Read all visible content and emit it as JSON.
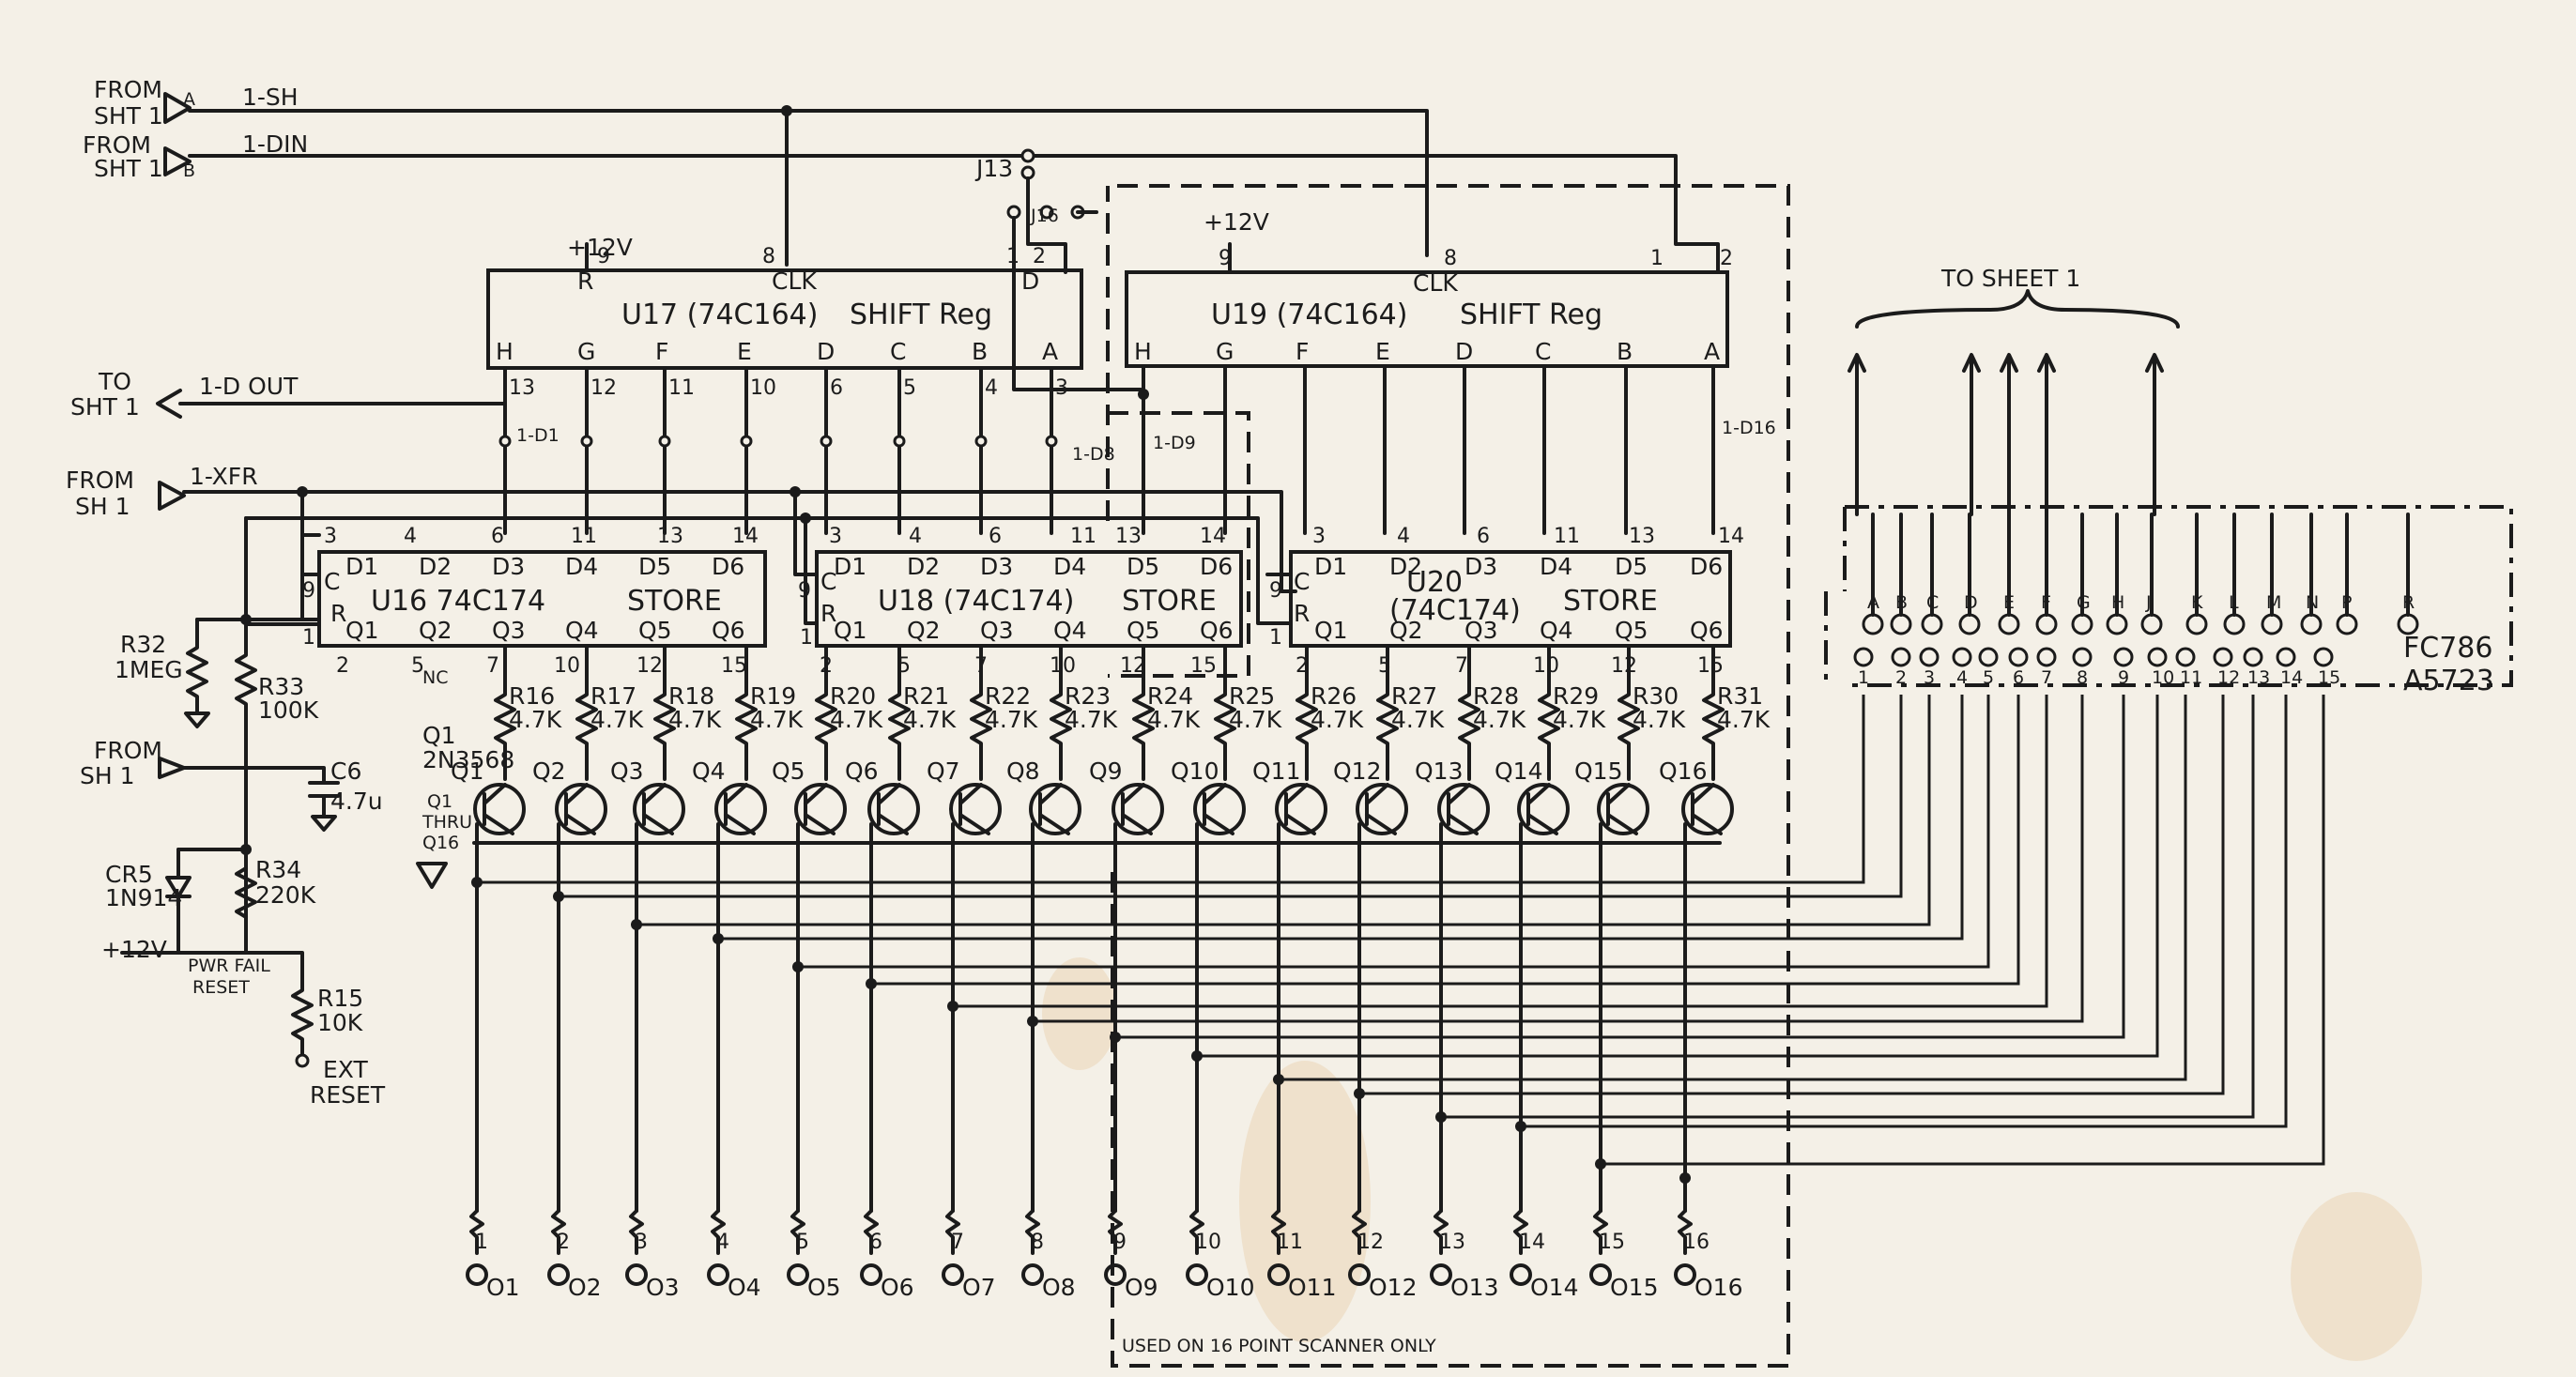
{
  "connectors": {
    "in_sh": {
      "from": "FROM",
      "sheet": "SHT 1",
      "pin": "A",
      "signal": "1-SH"
    },
    "in_din": {
      "from": "FROM",
      "sheet": "SHT 1",
      "pin": "B",
      "signal": "1-DIN"
    },
    "out_dout": {
      "to": "TO",
      "sheet": "SHT 1",
      "signal": "1-D OUT"
    },
    "in_xfr": {
      "from": "FROM",
      "sheet": "SH 1",
      "signal": "1-XFR"
    },
    "in_c6": {
      "from": "FROM",
      "sheet": "SH 1"
    },
    "to_sheet1": "TO SHEET 1"
  },
  "jumpers": {
    "j13": "J13",
    "j16": "J16"
  },
  "chips": {
    "u17": {
      "name": "U17 (74C164)",
      "func": "SHIFT Reg",
      "clk": "CLK",
      "r": "R",
      "d": "D",
      "pins_top": [
        "9",
        "8",
        "1",
        "2"
      ],
      "outs": [
        "H",
        "G",
        "F",
        "E",
        "D",
        "C",
        "B",
        "A"
      ],
      "out_pins": [
        "13",
        "12",
        "11",
        "10",
        "6",
        "5",
        "4",
        "3"
      ],
      "supply": "+12V"
    },
    "u19": {
      "name": "U19 (74C164)",
      "func": "SHIFT Reg",
      "clk": "CLK",
      "pins_top": [
        "9",
        "8",
        "1",
        "2"
      ],
      "outs": [
        "H",
        "G",
        "F",
        "E",
        "D",
        "C",
        "B",
        "A"
      ],
      "supply": "+12V"
    },
    "u16": {
      "name": "U16  74C174",
      "func": "STORE",
      "ins": [
        "D1",
        "D2",
        "D3",
        "D4",
        "D5",
        "D6"
      ],
      "in_pins": [
        "3",
        "4",
        "6",
        "11",
        "13",
        "14"
      ],
      "outs": [
        "Q1",
        "Q2",
        "Q3",
        "Q4",
        "Q5",
        "Q6"
      ],
      "out_pins": [
        "2",
        "5",
        "7",
        "10",
        "12",
        "15"
      ],
      "c": "C",
      "r": "R",
      "cpin": "9",
      "rpin": "1",
      "nc": "NC"
    },
    "u18": {
      "name": "U18 (74C174)",
      "func": "STORE",
      "ins": [
        "D1",
        "D2",
        "D3",
        "D4",
        "D5",
        "D6"
      ],
      "in_pins": [
        "3",
        "4",
        "6",
        "11",
        "13",
        "14"
      ],
      "outs": [
        "Q1",
        "Q2",
        "Q3",
        "Q4",
        "Q5",
        "Q6"
      ],
      "out_pins": [
        "2",
        "5",
        "7",
        "10",
        "12",
        "15"
      ],
      "c": "C",
      "r": "R",
      "cpin": "9",
      "rpin": "1"
    },
    "u20": {
      "name": "U20",
      "sub": "(74C174)",
      "func": "STORE",
      "ins": [
        "D1",
        "D2",
        "D3",
        "D4",
        "D5",
        "D6"
      ],
      "in_pins": [
        "3",
        "4",
        "6",
        "11",
        "13",
        "14"
      ],
      "outs": [
        "Q1",
        "Q2",
        "Q3",
        "Q4",
        "Q5",
        "Q6"
      ],
      "out_pins": [
        "2",
        "5",
        "7",
        "10",
        "12",
        "15"
      ],
      "c": "C",
      "r": "R",
      "cpin": "9",
      "rpin": "1"
    }
  },
  "bus_labels": [
    "1-D1",
    "1-D8",
    "1-D9",
    "1-D16"
  ],
  "resistors": [
    {
      "name": "R16",
      "val": "4.7K"
    },
    {
      "name": "R17",
      "val": "4.7K"
    },
    {
      "name": "R18",
      "val": "4.7K"
    },
    {
      "name": "R19",
      "val": "4.7K"
    },
    {
      "name": "R20",
      "val": "4.7K"
    },
    {
      "name": "R21",
      "val": "4.7K"
    },
    {
      "name": "R22",
      "val": "4.7K"
    },
    {
      "name": "R23",
      "val": "4.7K"
    },
    {
      "name": "R24",
      "val": "4.7K"
    },
    {
      "name": "R25",
      "val": "4.7K"
    },
    {
      "name": "R26",
      "val": "4.7K"
    },
    {
      "name": "R27",
      "val": "4.7K"
    },
    {
      "name": "R28",
      "val": "4.7K"
    },
    {
      "name": "R29",
      "val": "4.7K"
    },
    {
      "name": "R30",
      "val": "4.7K"
    },
    {
      "name": "R31",
      "val": "4.7K"
    }
  ],
  "transistors": [
    "Q1",
    "Q2",
    "Q3",
    "Q4",
    "Q5",
    "Q6",
    "Q7",
    "Q8",
    "Q9",
    "Q10",
    "Q11",
    "Q12",
    "Q13",
    "Q14",
    "Q15",
    "Q16"
  ],
  "q1_note": {
    "part": "2N3568",
    "range": "Q1",
    "thru": "THRU",
    "end": "Q16"
  },
  "outputs": [
    "O1",
    "O2",
    "O3",
    "O4",
    "O5",
    "O6",
    "O7",
    "O8",
    "O9",
    "O10",
    "O11",
    "O12",
    "O13",
    "O14",
    "O15",
    "O16"
  ],
  "output_pins": [
    "1",
    "2",
    "3",
    "4",
    "5",
    "6",
    "7",
    "8",
    "9",
    "10",
    "11",
    "12",
    "13",
    "14",
    "15",
    "16"
  ],
  "misc": {
    "r32": {
      "name": "R32",
      "val": "1MEG"
    },
    "r33": {
      "name": "R33",
      "val": "100K"
    },
    "c6": {
      "name": "C6",
      "val": "4.7u"
    },
    "cr5": {
      "name": "CR5",
      "val": "1N914"
    },
    "r34": {
      "name": "R34",
      "val": "220K"
    },
    "r15": {
      "name": "R15",
      "val": "10K"
    },
    "plus12": "+12V",
    "pwr_fail": "PWR FAIL",
    "reset": "RESET",
    "ext": "EXT",
    "ext_reset": "RESET"
  },
  "edge_conn": {
    "name": "FC786",
    "part": "A5723",
    "top_letters": [
      "A",
      "B",
      "C",
      "D",
      "E",
      "F",
      "G",
      "H",
      "J",
      "K",
      "L",
      "M",
      "N",
      "P",
      "R"
    ],
    "bottom_numbers": [
      "1",
      "2",
      "3",
      "4",
      "5",
      "6",
      "7",
      "8",
      "9",
      "10",
      "11",
      "12",
      "13",
      "14",
      "15"
    ]
  },
  "note": "USED ON 16 POINT SCANNER ONLY"
}
